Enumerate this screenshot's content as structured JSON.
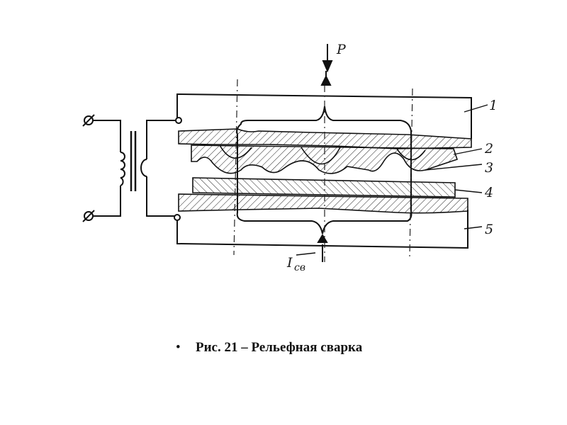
{
  "labels": {
    "force": "P",
    "current_main": "I",
    "current_sub": "св",
    "part_1": "1",
    "part_2": "2",
    "part_3": "3",
    "part_4": "4",
    "part_5": "5"
  },
  "caption": {
    "bullet": "•",
    "text": "Рис. 21 – Рельефная сварка"
  }
}
